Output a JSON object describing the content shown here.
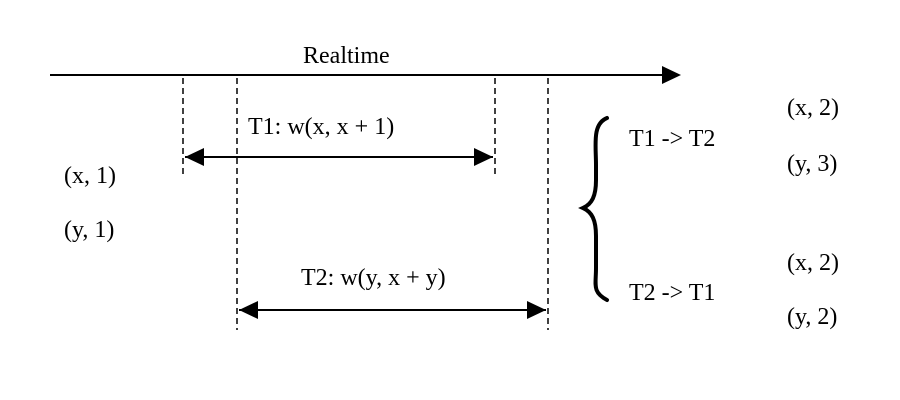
{
  "timeline": {
    "label": "Realtime"
  },
  "transactions": [
    {
      "id": "T1",
      "label": "T1: w(x, x + 1)"
    },
    {
      "id": "T2",
      "label": "T2: w(y, x + y)"
    }
  ],
  "initial_state": [
    {
      "text": "(x, 1)"
    },
    {
      "text": "(y, 1)"
    }
  ],
  "orderings": [
    {
      "label": "T1 -> T2",
      "results": [
        "(x, 2)",
        "(y, 3)"
      ]
    },
    {
      "label": "T2 -> T1",
      "results": [
        "(x, 2)",
        "(y, 2)"
      ]
    }
  ]
}
